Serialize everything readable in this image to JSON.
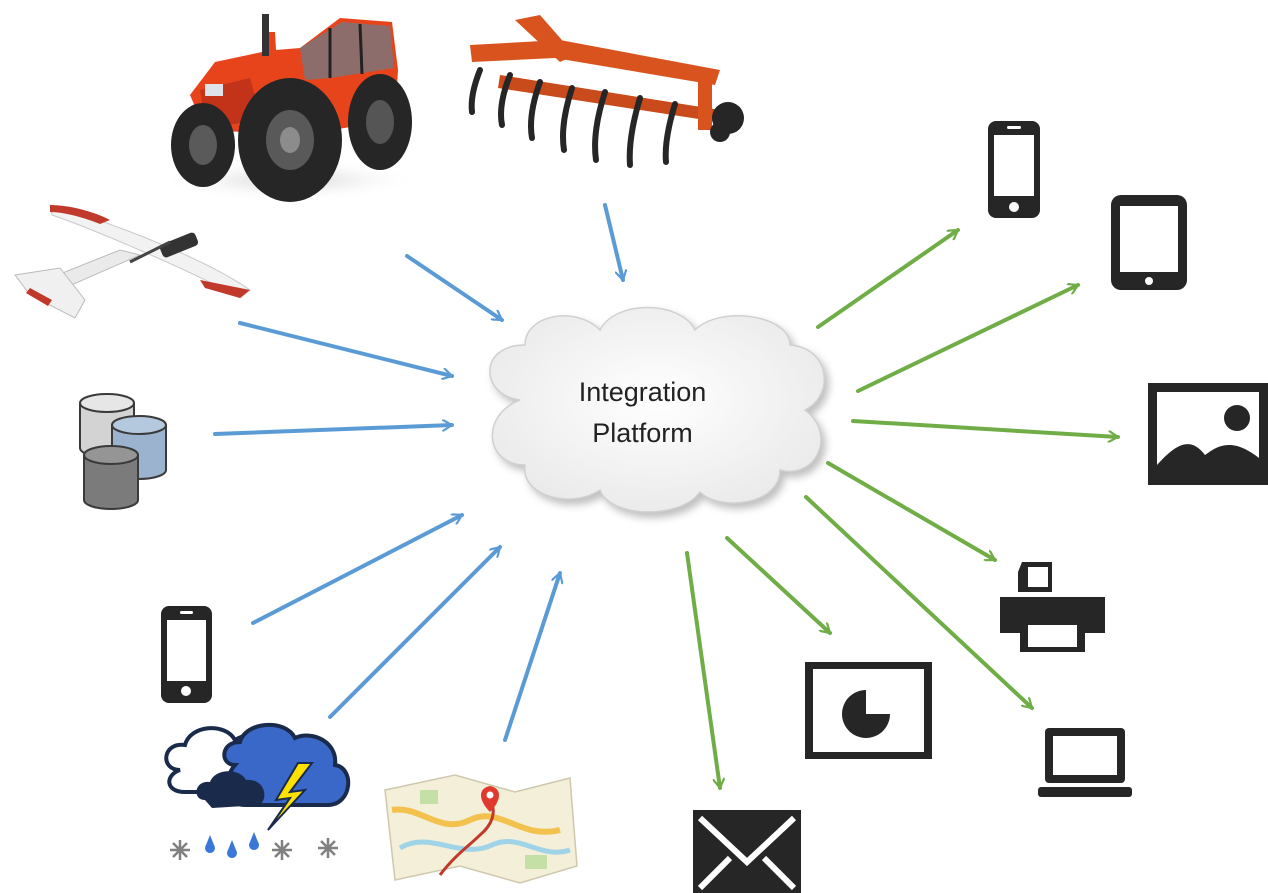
{
  "hub": {
    "line1": "Integration",
    "line2": "Platform"
  },
  "colors": {
    "input_arrow": "#5b9bd5",
    "output_arrow": "#70ad47",
    "icon_dark": "#262626",
    "tractor_body": "#e8441c",
    "cloud_fill": "#f2f2f2"
  },
  "inputs": [
    {
      "name": "tractor",
      "icon": "tractor-image"
    },
    {
      "name": "cultivator",
      "icon": "cultivator-image"
    },
    {
      "name": "drone",
      "icon": "drone-plane-image"
    },
    {
      "name": "databases",
      "icon": "database-cylinders-icon"
    },
    {
      "name": "mobile-phone",
      "icon": "smartphone-icon"
    },
    {
      "name": "weather",
      "icon": "storm-weather-icon"
    },
    {
      "name": "map",
      "icon": "map-pin-icon"
    }
  ],
  "outputs": [
    {
      "name": "smartphone",
      "icon": "smartphone-icon"
    },
    {
      "name": "tablet",
      "icon": "tablet-icon"
    },
    {
      "name": "image",
      "icon": "picture-icon"
    },
    {
      "name": "printer",
      "icon": "printer-icon"
    },
    {
      "name": "laptop",
      "icon": "laptop-icon"
    },
    {
      "name": "report",
      "icon": "pie-chart-report-icon"
    },
    {
      "name": "email",
      "icon": "envelope-icon"
    }
  ]
}
